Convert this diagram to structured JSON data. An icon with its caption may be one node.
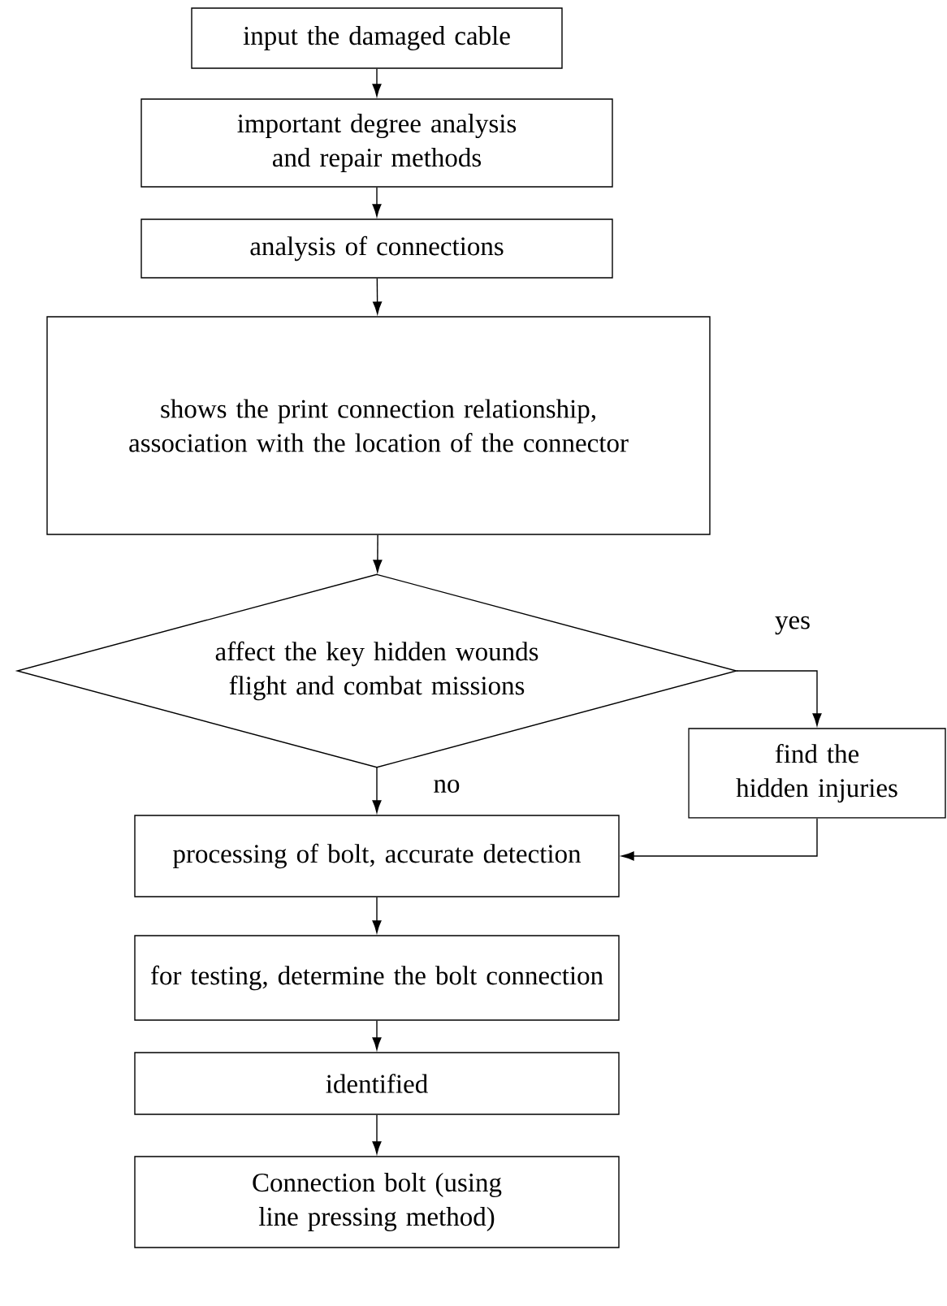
{
  "diagram": {
    "nodes": [
      {
        "text": [
          "input the damaged cable"
        ]
      },
      {
        "text": [
          "important degree analysis and repair methods"
        ]
      },
      {
        "text": [
          "analysis of connections"
        ]
      },
      {
        "text": [
          "shows the print connection relationship, association with the location of the connector"
        ]
      },
      {
        "text": [
          "affect the key hidden wounds flight and combat missions"
        ]
      },
      {
        "text": [
          "find the hidden injuries"
        ]
      },
      {
        "text": [
          "processing of bolt, accurate detection"
        ]
      },
      {
        "text": [
          "for testing, determine the bolt connection"
        ]
      },
      {
        "text": [
          "identified"
        ]
      },
      {
        "text": [
          "Connection bolt (using line pressing method)"
        ]
      }
    ],
    "edges": [
      {
        "from": 0,
        "to": 1,
        "arrow": "to"
      },
      {
        "from": 1,
        "to": 2,
        "arrow": "to"
      },
      {
        "from": 2,
        "to": 3,
        "arrow": "to"
      },
      {
        "from": 3,
        "to": 4,
        "arrow": "to"
      },
      {
        "from": 4,
        "to": 6,
        "arrow": "to",
        "label": "no"
      },
      {
        "from": 4,
        "to": 5,
        "arrow": "to",
        "label": "yes"
      },
      {
        "from": 5,
        "to": 6,
        "arrow": "to"
      },
      {
        "from": 6,
        "to": 7,
        "arrow": "to"
      },
      {
        "from": 7,
        "to": 8,
        "arrow": "to"
      },
      {
        "from": 8,
        "to": 9,
        "arrow": "to"
      }
    ]
  }
}
